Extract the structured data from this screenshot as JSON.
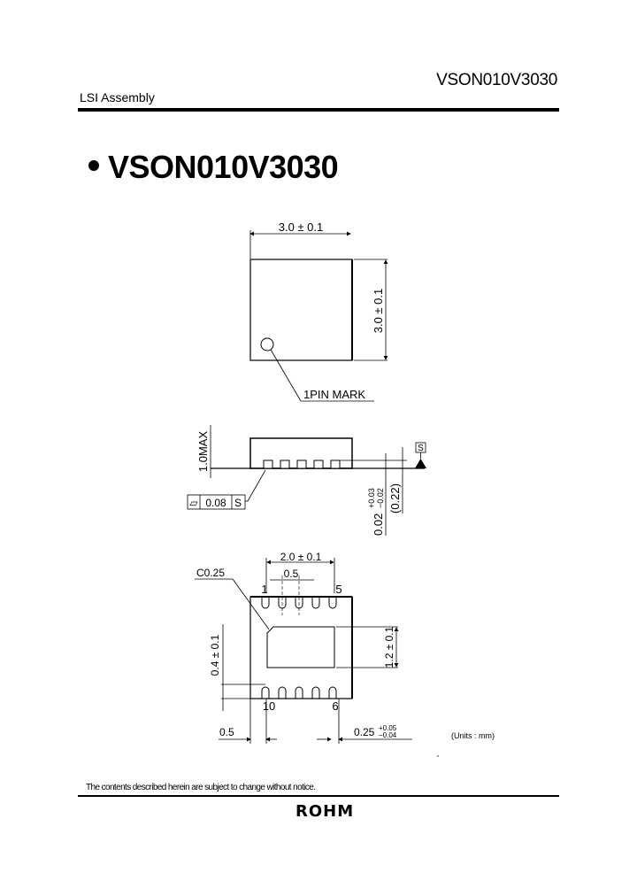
{
  "header": {
    "part_number": "VSON010V3030",
    "section": "LSI Assembly"
  },
  "title": "VSON010V3030",
  "top_view": {
    "width_dim": "3.0 ± 0.1",
    "height_dim": "3.0 ± 0.1",
    "pin_mark_label": "1PIN MARK"
  },
  "side_view": {
    "height_dim": "1.0MAX",
    "flatness_symbol": "▱",
    "flatness_value": "0.08",
    "flatness_datum": "S",
    "datum_label": "S",
    "standoff_dim": "0.02",
    "standoff_tol_plus": "+0.03",
    "standoff_tol_minus": "−0.02",
    "lead_thickness_ref": "(0.22)"
  },
  "bottom_view": {
    "pad_span_dim": "2.0 ± 0.1",
    "pitch_dim": "0.5",
    "chamfer_label": "C0.25",
    "pin_1": "1",
    "pin_5": "5",
    "pin_10": "10",
    "pin_6": "6",
    "pad_height_dim": "1.2 ± 0.1",
    "lead_length_dim": "0.4 ± 0.1",
    "edge_offset_dim": "0.5",
    "lead_width_dim": "0.25",
    "lead_width_tol_plus": "+0.05",
    "lead_width_tol_minus": "−0.04",
    "units": "(Units : mm)"
  },
  "footer": {
    "notice": "The contents described herein are subject to change without notice.",
    "logo": "ROHM"
  }
}
